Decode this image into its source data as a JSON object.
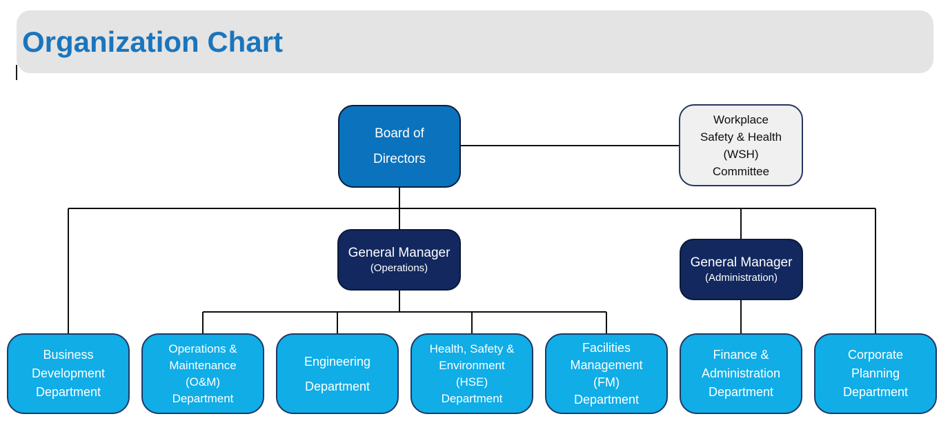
{
  "page": {
    "title": "Organization Chart"
  },
  "colors": {
    "title_text": "#1b75bc",
    "banner_bg": "#e4e4e4",
    "board_fill": "#0b72bd",
    "gm_fill": "#12285f",
    "department_fill": "#10ade7",
    "wsh_fill": "#f0f0f0",
    "node_border_navy": "#1f3864",
    "connector_line": "#0d0d0d",
    "node_text_light": "#ffffff",
    "node_text_dark": "#0d0d0d"
  },
  "org": {
    "board": {
      "label": "Board of\nDirectors"
    },
    "wsh_committee": {
      "label": "Workplace\nSafety & Health\n(WSH)\nCommittee"
    },
    "gm_operations": {
      "title": "General Manager",
      "subtitle": "(Operations)"
    },
    "gm_administration": {
      "title": "General Manager",
      "subtitle": "(Administration)"
    },
    "departments": [
      {
        "id": "business-development",
        "label": "Business\nDevelopment\nDepartment",
        "reports_to": "gm_operations"
      },
      {
        "id": "operations-maintenance",
        "label": "Operations &\nMaintenance\n(O&M)\nDepartment",
        "reports_to": "gm_operations"
      },
      {
        "id": "engineering",
        "label": "Engineering\nDepartment",
        "reports_to": "gm_operations"
      },
      {
        "id": "health-safety-environment",
        "label": "Health, Safety &\nEnvironment\n(HSE)\nDepartment",
        "reports_to": "gm_operations"
      },
      {
        "id": "facilities-management",
        "label": "Facilities\nManagement\n(FM)\nDepartment",
        "reports_to": "gm_operations"
      },
      {
        "id": "finance-administration",
        "label": "Finance &\nAdministration\nDepartment",
        "reports_to": "gm_administration"
      },
      {
        "id": "corporate-planning",
        "label": "Corporate\nPlanning\nDepartment",
        "reports_to": "board"
      }
    ]
  }
}
